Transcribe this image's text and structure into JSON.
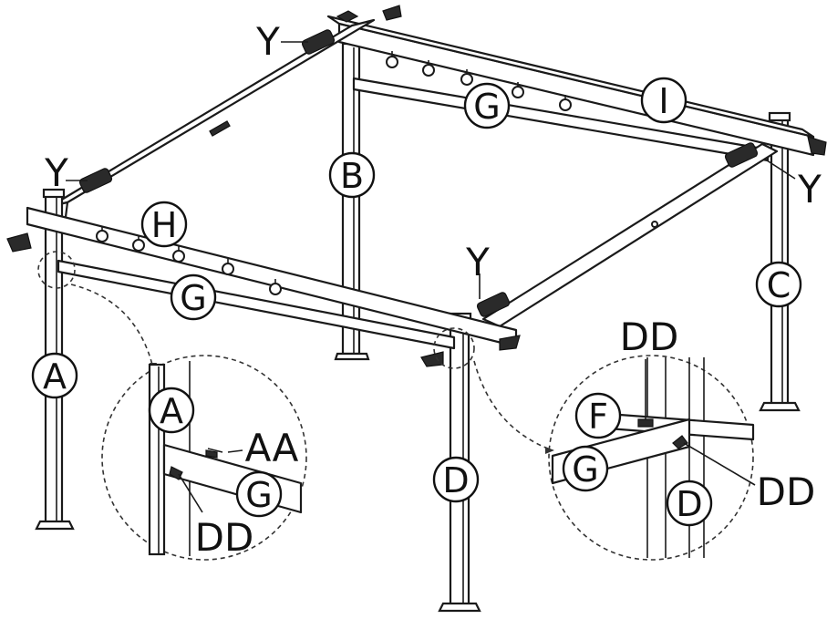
{
  "labels": {
    "a": "A",
    "b": "B",
    "c": "C",
    "d": "D",
    "g": "G",
    "h": "H",
    "i": "I",
    "y": "Y",
    "f": "F",
    "aa": "AA",
    "dd": "DD"
  },
  "colors": {
    "line": "#1a1a1a",
    "background": "#ffffff",
    "connector": "#2a2a2a"
  }
}
